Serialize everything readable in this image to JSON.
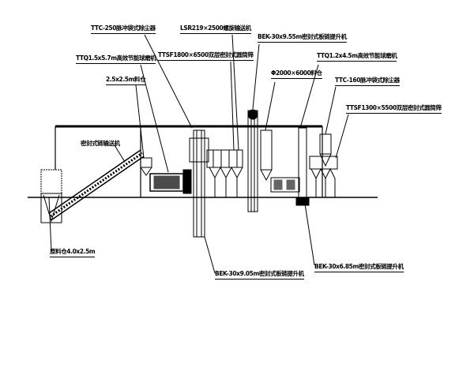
{
  "diagram": {
    "labels": {
      "dust_collector_250": "TTC-250脉冲袋式除尘器",
      "screw_conveyor": "LSR219×2500螺旋输送机",
      "drum_screen_1800": "TTSF1800×6500双层密封式圆筒筛",
      "elevator_955": "BEK-30x9.55m密封式板链提升机",
      "ball_mill_15": "TTQ1.5x5.7m高效节能球磨机",
      "bin_25": "2.5x2.5m料仓",
      "bin_2000": "Φ2000×6000料仓",
      "ball_mill_12": "TTQ1.2x4.5m高效节能球磨机",
      "dust_collector_160": "TTC-160脉冲袋式除尘器",
      "drum_screen_1300": "TTSF1300×5500双层密封式圆筒筛",
      "chain_conveyor": "密封式链输送机",
      "raw_bin": "原料仓4.0x2.5m",
      "elevator_905": "BEK-30x9.05m密封式板链提升机",
      "elevator_685": "BEK-30x6.85m密封式板链提升机"
    },
    "colors": {
      "line": "#000000",
      "background": "#ffffff"
    }
  }
}
